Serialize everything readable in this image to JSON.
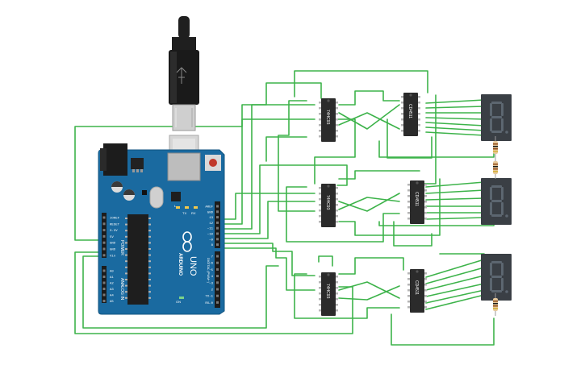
{
  "colors": {
    "wire": "#3db34a",
    "board": "#1a6aa0",
    "chip": "#2b2b2b",
    "display_body": "#3a3f45",
    "segment_off": "#5c6670",
    "resistor_body": "#e6c89a",
    "cable": "#1f1f1f",
    "usb_metal": "#d0d0d0"
  },
  "board": {
    "brand": "ARDUINO",
    "model": "UNO",
    "power_label": "POWER",
    "analog_label": "ANALOG IN",
    "digital_label": "DIGITAL (PWM~)",
    "tx_label": "TX",
    "rx_label": "RX",
    "l_label": "L",
    "on_label": "ON",
    "power_pins": [
      "IOREF",
      "RESET",
      "3.3V",
      "5V",
      "GND",
      "GND",
      "Vin"
    ],
    "analog_pins": [
      "A0",
      "A1",
      "A2",
      "A3",
      "A4",
      "A5"
    ],
    "digital_pins_top": [
      "AREF",
      "GND",
      "13",
      "12",
      "~11",
      "~10",
      "~9",
      "8"
    ],
    "digital_pins_bottom": [
      "7",
      "~6",
      "~5",
      "4",
      "~3",
      "2",
      "TX→1",
      "RX←0"
    ]
  },
  "chips": {
    "counters": [
      {
        "label": "74HC93"
      },
      {
        "label": "74HC93"
      },
      {
        "label": "74HC93"
      }
    ],
    "decoders": [
      {
        "label": "CD4511"
      },
      {
        "label": "CD4511"
      },
      {
        "label": "CD4511"
      }
    ]
  },
  "displays": [
    {
      "digit": "8"
    },
    {
      "digit": "8"
    },
    {
      "digit": "8"
    }
  ],
  "icons": {
    "usb_cable": "usb-cable-icon",
    "arduino_logo": "infinity-logo-icon"
  }
}
